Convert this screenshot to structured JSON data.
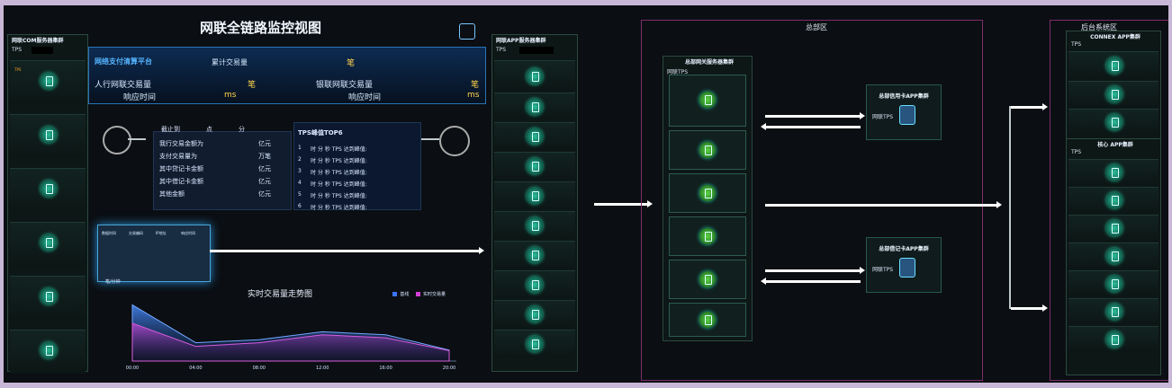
{
  "left_panel": {
    "title": "网联COM服务器集群",
    "tps_label": "TPS"
  },
  "header": {
    "title": "网联全链路监控视图"
  },
  "platform": {
    "name": "网络支付清算平台",
    "cumulative": "累计交易量",
    "cumulative_unit": "笔",
    "left_label": "人行网联交易量",
    "left_unit": "笔",
    "left_resp": "响应时间",
    "left_resp_unit": "ms",
    "right_label": "银联网联交易量",
    "right_unit": "笔",
    "right_resp": "响应时间",
    "right_resp_unit": "ms"
  },
  "summary": {
    "cut": "截止到",
    "point": "点",
    "minute": "分",
    "rows": [
      {
        "label": "我行交易金额为",
        "unit": "亿元"
      },
      {
        "label": "支付交易量为",
        "unit": "万笔"
      },
      {
        "label": "其中贷记卡金额",
        "unit": "亿元"
      },
      {
        "label": "其中借记卡金额",
        "unit": "亿元"
      },
      {
        "label": "其他金额",
        "unit": "亿元"
      }
    ]
  },
  "top6": {
    "title": "TPS峰值TOP6",
    "rows": [
      {
        "rank": "1",
        "text": "时 分 秒  TPS 达到峰值:"
      },
      {
        "rank": "2",
        "text": "时 分 秒  TPS 达到峰值:"
      },
      {
        "rank": "3",
        "text": "时 分 秒  TPS 达到峰值:"
      },
      {
        "rank": "4",
        "text": "时 分 秒  TPS 达到峰值:"
      },
      {
        "rank": "5",
        "text": "时 分 秒  TPS 达到峰值:"
      },
      {
        "rank": "6",
        "text": "时 分 秒  TPS 达到峰值:"
      }
    ]
  },
  "mini_table": {
    "headers": [
      "数据时间",
      "交易编码",
      "IP地址",
      "响应时间"
    ]
  },
  "trend": {
    "title": "实时交易量走势图",
    "ylabel": "笔/分钟",
    "legend": [
      "基线",
      "实时交易量"
    ],
    "ticks": [
      "00:00",
      "04:00",
      "08:00",
      "12:00",
      "16:00",
      "20:00"
    ]
  },
  "app_panel": {
    "title": "网联APP服务器集群",
    "tps_label": "TPS"
  },
  "zone": {
    "title": "总部区"
  },
  "gateway": {
    "title": "总部网关服务器集群",
    "tps_label": "网联TPS"
  },
  "credit": {
    "title": "总部信用卡APP集群",
    "tps_label": "网联TPS"
  },
  "debit": {
    "title": "总部借记卡APP集群",
    "tps_label": "网联TPS"
  },
  "backend": {
    "title": "后台系统区",
    "connex": "CONNEX APP集群",
    "core": "核心 APP集群",
    "tps_label": "TPS"
  },
  "chart_data": {
    "type": "area",
    "title": "实时交易量走势图",
    "xlabel": "",
    "ylabel": "笔/分钟",
    "x": [
      "00:00",
      "04:00",
      "08:00",
      "12:00",
      "16:00",
      "20:00"
    ],
    "series": [
      {
        "name": "基线",
        "values": [
          92,
          30,
          35,
          48,
          43,
          18
        ]
      },
      {
        "name": "实时交易量",
        "values": [
          62,
          24,
          30,
          43,
          38,
          17
        ]
      }
    ]
  }
}
